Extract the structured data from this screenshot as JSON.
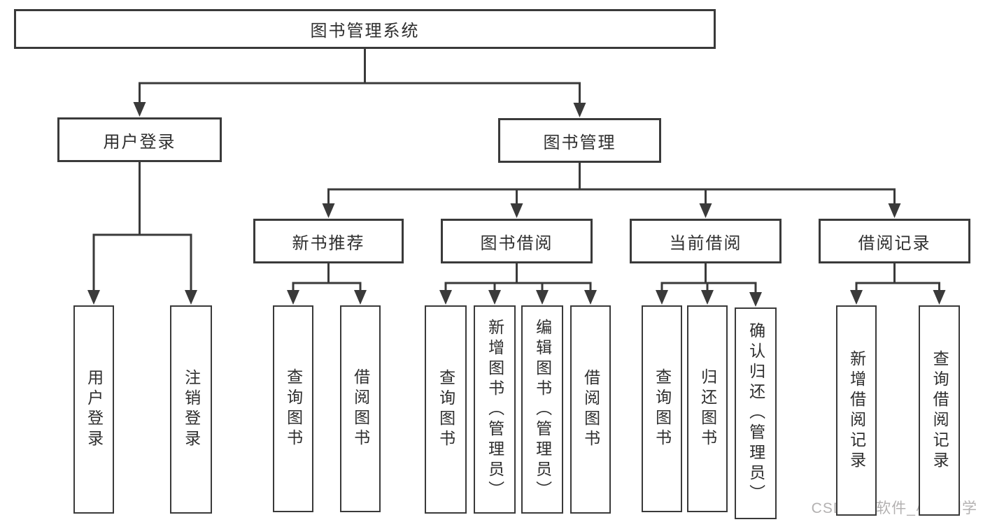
{
  "diagram": {
    "title": "图书管理系统",
    "watermark": "CSDN @软件_小贺同学",
    "colors": {
      "line": "#3a3a3a",
      "text": "#2e2e2e",
      "background": "#ffffff",
      "watermark": "#b3b1b1"
    },
    "nodes": [
      {
        "id": "root",
        "label": "图书管理系统",
        "parent": null
      },
      {
        "id": "user-login",
        "label": "用户登录",
        "parent": "root"
      },
      {
        "id": "book-mgmt",
        "label": "图书管理",
        "parent": "root"
      },
      {
        "id": "leaf-user-login",
        "label": "用户登录",
        "parent": "user-login"
      },
      {
        "id": "leaf-logout",
        "label": "注销登录",
        "parent": "user-login"
      },
      {
        "id": "new-book",
        "label": "新书推荐",
        "parent": "book-mgmt"
      },
      {
        "id": "book-borrow",
        "label": "图书借阅",
        "parent": "book-mgmt"
      },
      {
        "id": "current-borrow",
        "label": "当前借阅",
        "parent": "book-mgmt"
      },
      {
        "id": "borrow-record",
        "label": "借阅记录",
        "parent": "book-mgmt"
      },
      {
        "id": "leaf-nb-query",
        "label": "查询图书",
        "parent": "new-book"
      },
      {
        "id": "leaf-nb-borrow",
        "label": "借阅图书",
        "parent": "new-book"
      },
      {
        "id": "leaf-bb-query",
        "label": "查询图书",
        "parent": "book-borrow"
      },
      {
        "id": "leaf-bb-add",
        "label": "新增图书（管理员）",
        "parent": "book-borrow"
      },
      {
        "id": "leaf-bb-edit",
        "label": "编辑图书（管理员）",
        "parent": "book-borrow"
      },
      {
        "id": "leaf-bb-borrow",
        "label": "借阅图书",
        "parent": "book-borrow"
      },
      {
        "id": "leaf-cb-query",
        "label": "查询图书",
        "parent": "current-borrow"
      },
      {
        "id": "leaf-cb-return",
        "label": "归还图书",
        "parent": "current-borrow"
      },
      {
        "id": "leaf-cb-confirm",
        "label": "确认归还（管理员）",
        "parent": "current-borrow"
      },
      {
        "id": "leaf-br-add",
        "label": "新增借阅记录",
        "parent": "borrow-record"
      },
      {
        "id": "leaf-br-query",
        "label": "查询借阅记录",
        "parent": "borrow-record"
      }
    ]
  }
}
